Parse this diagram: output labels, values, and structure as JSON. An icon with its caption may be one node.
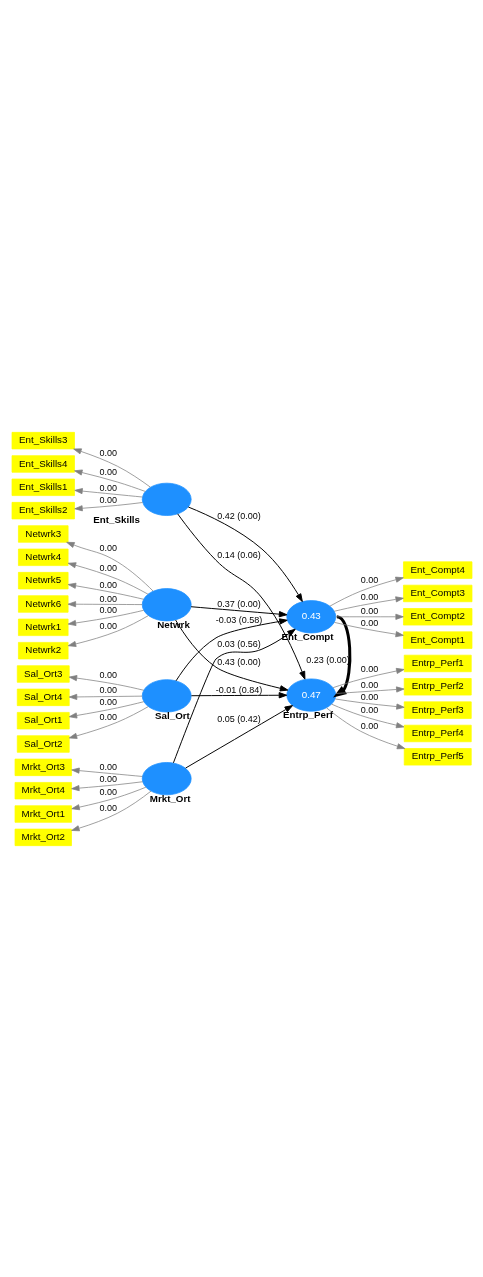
{
  "diagram": {
    "nodes": [
      {
        "text": [
          "0.43"
        ],
        "beside": [
          "Ent_Compt"
        ]
      },
      {
        "text": [
          "0.47"
        ],
        "beside": [
          "Entrp_Perf"
        ]
      },
      {
        "text": [],
        "shape": "ellipse",
        "beside": [
          "Ent_Skills"
        ]
      },
      {
        "text": [],
        "shape": "ellipse",
        "beside": [
          "Mrkt_Ort"
        ]
      },
      {
        "text": [],
        "shape": "ellipse",
        "beside": [
          "Sal_Ort"
        ]
      },
      {
        "text": [],
        "shape": "ellipse",
        "beside": [
          "Netwrk"
        ]
      },
      {
        "text": [
          "Ent_Compt4"
        ]
      },
      {
        "text": [
          "Ent_Compt3"
        ]
      },
      {
        "text": [
          "Ent_Compt2"
        ]
      },
      {
        "text": [
          "Ent_Compt1"
        ]
      },
      {
        "text": [
          "Entrp_Perf1"
        ]
      },
      {
        "text": [
          "Entrp_Perf2"
        ]
      },
      {
        "text": [
          "Entrp_Perf3"
        ]
      },
      {
        "text": [
          "Entrp_Perf4"
        ]
      },
      {
        "text": [
          "Entrp_Perf5"
        ]
      },
      {
        "text": [
          "Ent_Skills1"
        ]
      },
      {
        "text": [
          "Ent_Skills2"
        ]
      },
      {
        "text": [
          "Ent_Skills3"
        ]
      },
      {
        "text": [
          "Ent_Skills4"
        ]
      },
      {
        "text": [
          "Mrkt_Ort1"
        ]
      },
      {
        "text": [
          "Mrkt_Ort2"
        ]
      },
      {
        "text": [
          "Mrkt_Ort3"
        ]
      },
      {
        "text": [
          "Mrkt_Ort4"
        ]
      },
      {
        "text": [
          "Sal_Ort1"
        ]
      },
      {
        "text": [
          "Sal_Ort2"
        ]
      },
      {
        "text": [
          "Sal_Ort3"
        ]
      },
      {
        "text": [
          "Sal_Ort4"
        ]
      },
      {
        "text": [
          "Netwrk1"
        ]
      },
      {
        "text": [
          "Netwrk2"
        ]
      },
      {
        "text": [
          "Netwrk3"
        ]
      },
      {
        "text": [
          "Netwrk4"
        ]
      },
      {
        "text": [
          "Netwrk5"
        ]
      },
      {
        "text": [
          "Netwrk6"
        ]
      }
    ],
    "edges": [
      {
        "from": 0,
        "to": 1,
        "arrow": "to",
        "label": "0.23 (0.00)",
        "style": "thick",
        "color": "#000000"
      },
      {
        "from": 2,
        "to": 0,
        "arrow": "to",
        "label": "0.42 (0.00)",
        "color": "#000000"
      },
      {
        "from": 3,
        "to": 0,
        "arrow": "to",
        "label": "0.03 (0.56)",
        "color": "#000000"
      },
      {
        "from": 4,
        "to": 0,
        "arrow": "to",
        "label": "-0.03 (0.58)",
        "color": "#000000"
      },
      {
        "from": 5,
        "to": 0,
        "arrow": "to",
        "label": "0.37 (0.00)",
        "color": "#000000"
      },
      {
        "from": 2,
        "to": 1,
        "arrow": "to",
        "label": "0.14 (0.06)",
        "color": "#000000"
      },
      {
        "from": 3,
        "to": 1,
        "arrow": "to",
        "label": "0.05 (0.42)",
        "color": "#000000"
      },
      {
        "from": 4,
        "to": 1,
        "arrow": "to",
        "label": "-0.01 (0.84)",
        "color": "#000000"
      },
      {
        "from": 5,
        "to": 1,
        "arrow": "to",
        "label": "0.43 (0.00)",
        "color": "#000000"
      },
      {
        "from": 0,
        "to": 6,
        "arrow": "to",
        "label": "0.00"
      },
      {
        "from": 0,
        "to": 7,
        "arrow": "to",
        "label": "0.00"
      },
      {
        "from": 0,
        "to": 8,
        "arrow": "to",
        "label": "0.00"
      },
      {
        "from": 0,
        "to": 9,
        "arrow": "to",
        "label": "0.00"
      },
      {
        "from": 1,
        "to": 10,
        "arrow": "to",
        "label": "0.00"
      },
      {
        "from": 1,
        "to": 11,
        "arrow": "to",
        "label": "0.00"
      },
      {
        "from": 1,
        "to": 12,
        "arrow": "to",
        "label": "0.00"
      },
      {
        "from": 1,
        "to": 13,
        "arrow": "to",
        "label": "0.00"
      },
      {
        "from": 1,
        "to": 14,
        "arrow": "to",
        "label": "0.00"
      },
      {
        "from": 2,
        "to": 15,
        "arrow": "to",
        "label": "0.00"
      },
      {
        "from": 2,
        "to": 16,
        "arrow": "to",
        "label": "0.00"
      },
      {
        "from": 2,
        "to": 17,
        "arrow": "to",
        "label": "0.00"
      },
      {
        "from": 2,
        "to": 18,
        "arrow": "to",
        "label": "0.00"
      },
      {
        "from": 3,
        "to": 19,
        "arrow": "to",
        "label": "0.00"
      },
      {
        "from": 3,
        "to": 20,
        "arrow": "to",
        "label": "0.00"
      },
      {
        "from": 3,
        "to": 21,
        "arrow": "to",
        "label": "0.00"
      },
      {
        "from": 3,
        "to": 22,
        "arrow": "to",
        "label": "0.00"
      },
      {
        "from": 4,
        "to": 23,
        "arrow": "to",
        "label": "0.00"
      },
      {
        "from": 4,
        "to": 24,
        "arrow": "to",
        "label": "0.00"
      },
      {
        "from": 4,
        "to": 25,
        "arrow": "to",
        "label": "0.00"
      },
      {
        "from": 4,
        "to": 26,
        "arrow": "to",
        "label": "0.00"
      },
      {
        "from": 5,
        "to": 27,
        "arrow": "to",
        "label": "0.00"
      },
      {
        "from": 5,
        "to": 28,
        "arrow": "to",
        "label": "0.00"
      },
      {
        "from": 5,
        "to": 29,
        "arrow": "to",
        "label": "0.00"
      },
      {
        "from": 5,
        "to": 30,
        "arrow": "to",
        "label": "0.00"
      },
      {
        "from": 5,
        "to": 31,
        "arrow": "to",
        "label": "0.00"
      },
      {
        "from": 5,
        "to": 32,
        "arrow": "to",
        "label": "0.00"
      }
    ]
  }
}
